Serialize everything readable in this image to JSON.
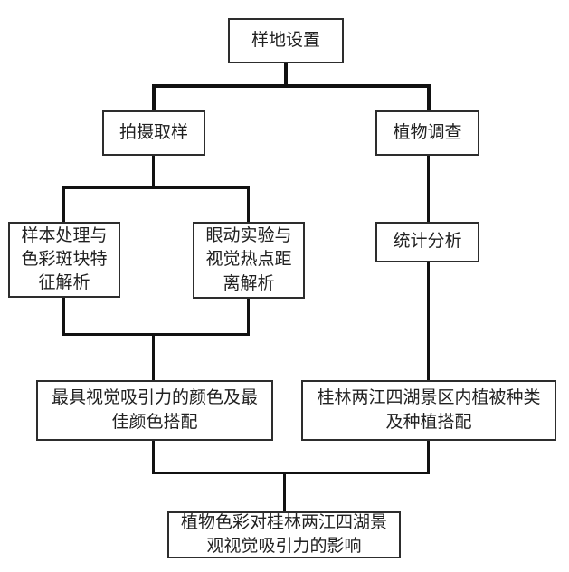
{
  "diagram": {
    "type": "flowchart",
    "colors": {
      "background": "#ffffff",
      "node_border": "#2d2d2d",
      "text": "#212121",
      "connector": "#111111"
    },
    "nodes": {
      "top": "样地设置",
      "photo": "拍摄取样",
      "plant": "植物调查",
      "sample": "样本处理与\n色彩斑块特\n征解析",
      "eye": "眼动实验与\n视觉热点距\n离解析",
      "stat": "统计分析",
      "color": "最具视觉吸引力的颜色及最\n佳颜色搭配",
      "guilin": "桂林两江四湖景区内植被种类\n及种植搭配",
      "result": "植物色彩对桂林两江四湖景\n观视觉吸引力的影响"
    },
    "edges": [
      {
        "from": "样地设置",
        "to": "拍摄取样"
      },
      {
        "from": "样地设置",
        "to": "植物调查"
      },
      {
        "from": "拍摄取样",
        "to": "样本处理与色彩斑块特征解析"
      },
      {
        "from": "拍摄取样",
        "to": "眼动实验与视觉热点距离解析"
      },
      {
        "from": "植物调查",
        "to": "统计分析"
      },
      {
        "from": "样本处理与色彩斑块特征解析",
        "to": "最具视觉吸引力的颜色及最佳颜色搭配"
      },
      {
        "from": "眼动实验与视觉热点距离解析",
        "to": "最具视觉吸引力的颜色及最佳颜色搭配"
      },
      {
        "from": "统计分析",
        "to": "桂林两江四湖景区内植被种类及种植搭配"
      },
      {
        "from": "最具视觉吸引力的颜色及最佳颜色搭配",
        "to": "植物色彩对桂林两江四湖景观视觉吸引力的影响"
      },
      {
        "from": "桂林两江四湖景区内植被种类及种植搭配",
        "to": "植物色彩对桂林两江四湖景观视觉吸引力的影响"
      }
    ]
  }
}
